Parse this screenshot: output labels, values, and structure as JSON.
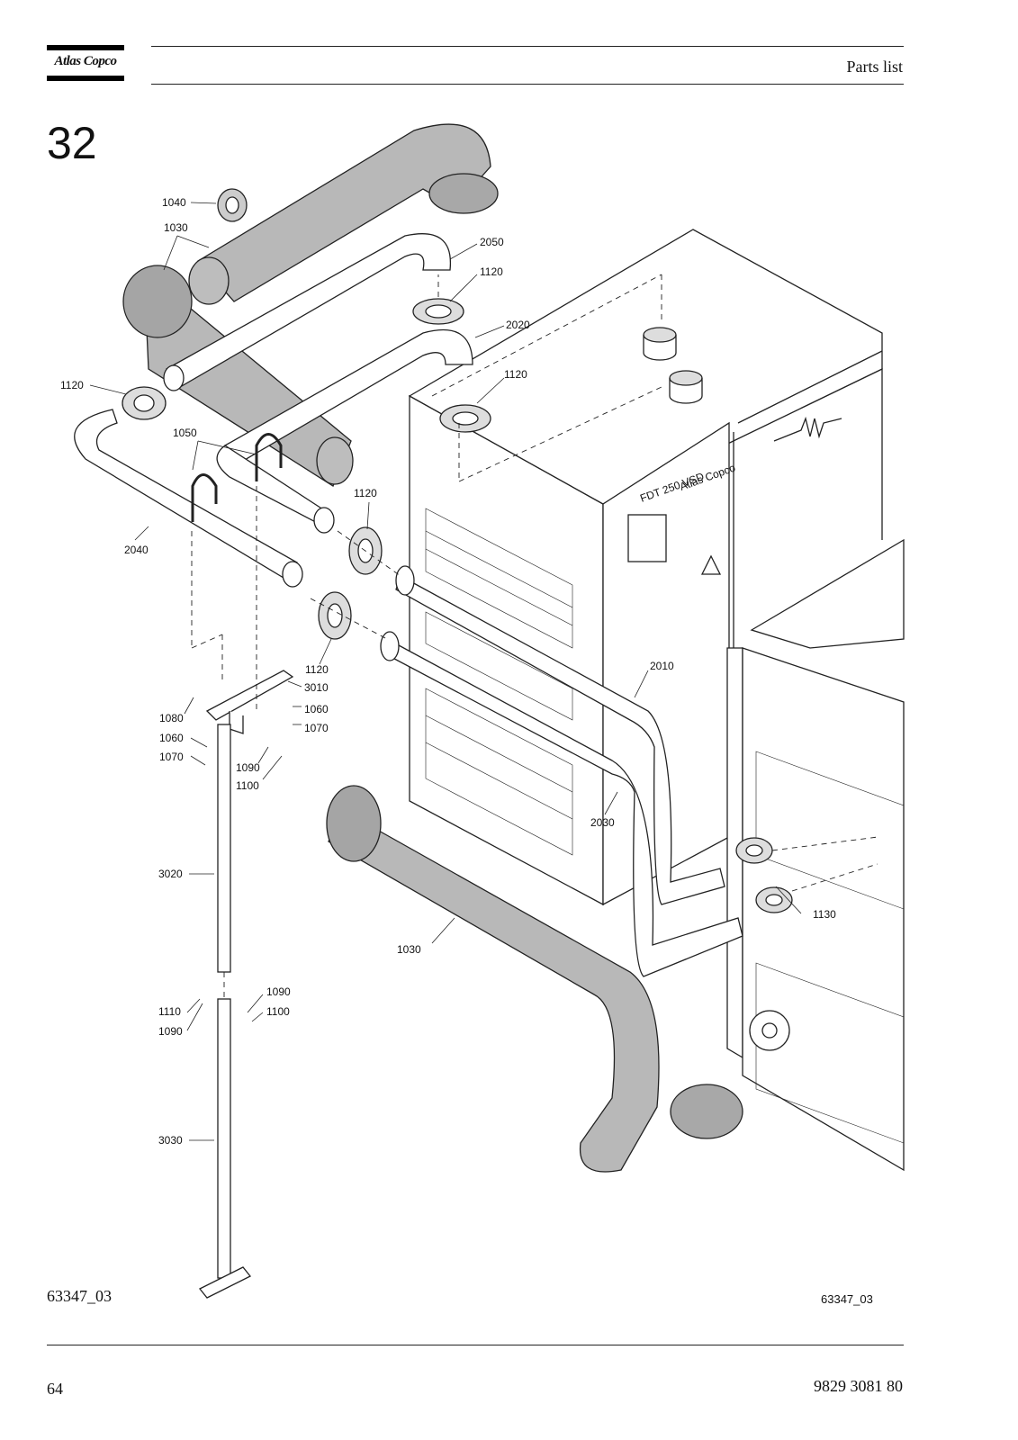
{
  "header": {
    "brand": "Atlas Copco",
    "title": "Parts list"
  },
  "section_number": "32",
  "drawing": {
    "labels": [
      "1040",
      "1030",
      "2050",
      "1120",
      "2020",
      "1120",
      "1120",
      "1050",
      "1120",
      "2040",
      "1120",
      "3010",
      "1060",
      "1070",
      "1080",
      "1060",
      "1070",
      "1090",
      "1100",
      "2010",
      "2030",
      "3020",
      "1130",
      "1030",
      "1090",
      "1110",
      "1090",
      "1100",
      "3030"
    ],
    "machine_model": "FDT 250 VSD",
    "machine_brand": "Atlas Copco"
  },
  "figure_id_left": "63347_03",
  "figure_id_right": "63347_03",
  "footer": {
    "page_number": "64",
    "document_number": "9829 3081 80"
  }
}
